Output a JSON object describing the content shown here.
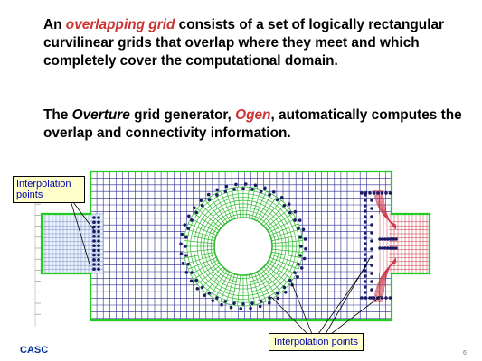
{
  "slide": {
    "para1": {
      "before": "An ",
      "highlight": "overlapping grid",
      "after": " consists of a set of logically rectangular curvilinear grids that overlap where they meet and which completely cover the computational domain."
    },
    "para2": {
      "part1": "The ",
      "italic": "Overture",
      "part2": " grid generator, ",
      "highlight": "Ogen",
      "part3": ", automatically computes the overlap and connectivity information."
    },
    "callouts": {
      "left": "Interpolation points",
      "bottom": "Interpolation points"
    },
    "footer": {
      "org": "CASC",
      "page": "6"
    }
  },
  "colors": {
    "highlight": "#cc3333",
    "background_grid": "#2b2b8f",
    "boundary": "#22cc22",
    "annulus_grid": "#33bb33",
    "inlet_grid": "#6f8fc8",
    "outlet_grid": "#cc3344",
    "interp_points": "#1a1a66"
  }
}
